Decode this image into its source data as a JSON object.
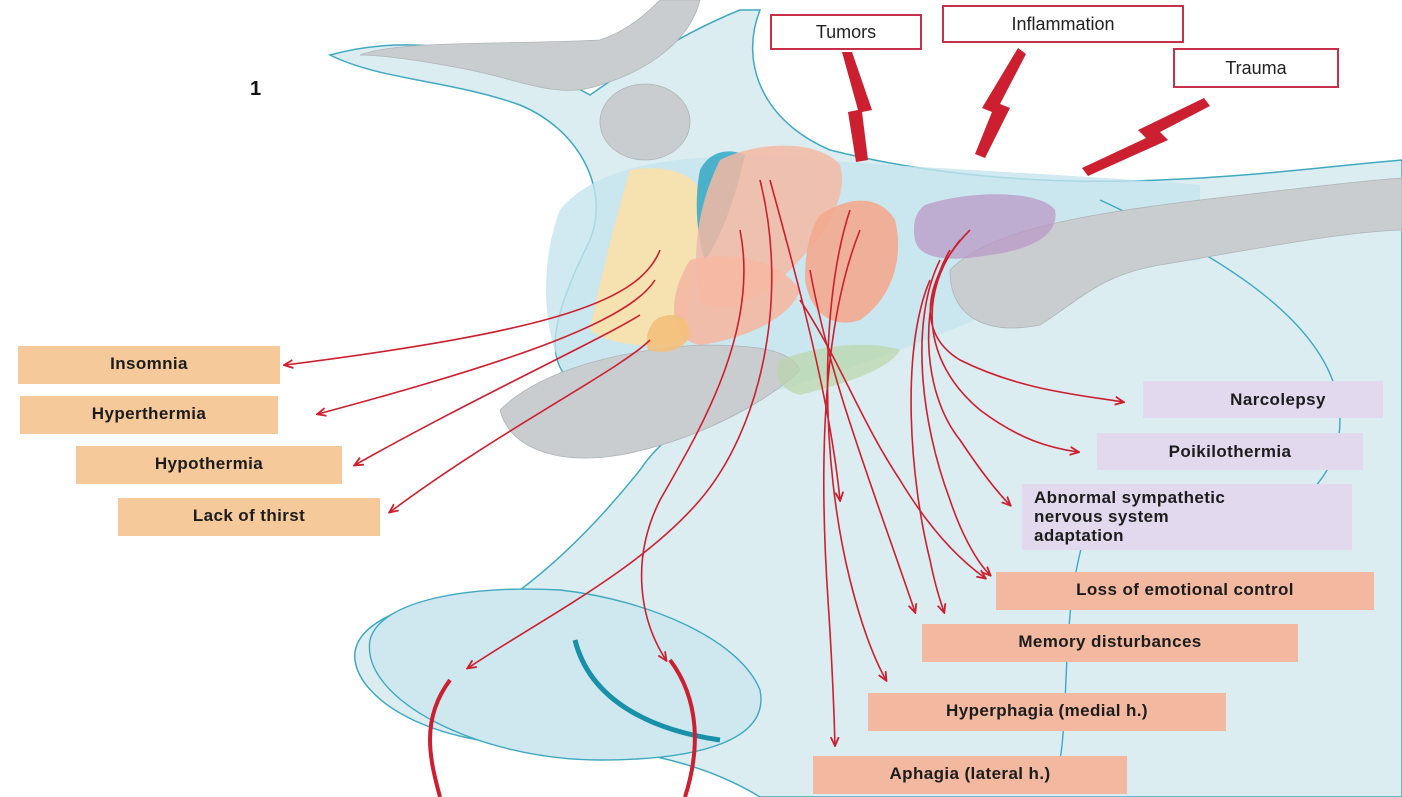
{
  "panel_number": "1",
  "causes": {
    "tumors": "Tumors",
    "inflammation": "Inflammation",
    "trauma": "Trauma"
  },
  "left_symptoms": {
    "insomnia": "Insomnia",
    "hyperthermia": "Hyperthermia",
    "hypothermia": "Hypothermia",
    "lack_of_thirst": "Lack of thirst"
  },
  "right_symptoms": {
    "narcolepsy": "Narcolepsy",
    "poikilothermia": "Poikilothermia",
    "abnormal_sympathetic": "Abnormal sympathetic\nnervous system\nadaptation",
    "loss_emotional_control": "Loss of emotional control",
    "memory_disturbances": "Memory disturbances",
    "hyperphagia": "Hyperphagia (medial h.)",
    "aphagia": "Aphagia (lateral h.)"
  },
  "colors": {
    "arrow": "#cc1f2f",
    "tissue_outline": "#3fa9bf",
    "tissue_fill": "#cfe8ef",
    "grey": "#c9cdcf",
    "left_box": "#f6c99a",
    "right_box_salmon": "#f2b8a0",
    "right_box_violet": "#e2d9ee"
  }
}
